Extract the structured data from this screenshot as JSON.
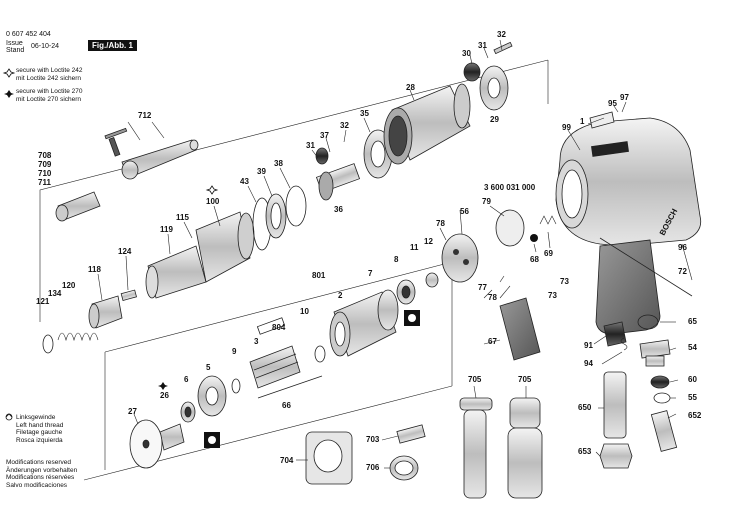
{
  "doc_number": "0 607 452 404",
  "issue_label": "Issue",
  "stand_label": "Stand",
  "issue_date": "06-10-24",
  "figure_label": "Fig./Abb. 1",
  "notes": {
    "loctite_242": [
      "secure with Loctite 242",
      "mit Loctite 242 sichern"
    ],
    "loctite_270": [
      "secure with Loctite 270",
      "mit Loctite 270 sichern"
    ],
    "left_thread": [
      "Linksgewinde",
      "Left hand thread",
      "Filetage gauche",
      "Rosca izquierda"
    ],
    "modifications": [
      "Modifications reserved",
      "Änderungen vorbehalten",
      "Modifications réservées",
      "Salvo modificaciones"
    ]
  },
  "part_labels": {
    "p32a": "32",
    "p31a": "31",
    "p30": "30",
    "p29": "29",
    "p28": "28",
    "p35": "35",
    "p32b": "32",
    "p37": "37",
    "p31b": "31",
    "p36": "36",
    "p38": "38",
    "p39": "39",
    "p43": "43",
    "p100": "100",
    "p115": "115",
    "p119": "119",
    "p124": "124",
    "p118": "118",
    "p120": "120",
    "p134": "134",
    "p121": "121",
    "p712": "712",
    "p708": "708",
    "p709": "709",
    "p710": "710",
    "p711": "711",
    "p1": "1",
    "p99": "99",
    "p95": "95",
    "p97": "97",
    "p3600": "3 600 031 000",
    "p56": "56",
    "p79": "79",
    "p78a": "78",
    "p68": "68",
    "p69": "69",
    "p96": "96",
    "p72": "72",
    "p77": "77",
    "p78b": "78",
    "p73a": "73",
    "p73b": "73",
    "p67": "67",
    "p65": "65",
    "p91": "91",
    "p54": "54",
    "p94": "94",
    "p60": "60",
    "p55": "55",
    "p650": "650",
    "p652": "652",
    "p653": "653",
    "p801": "801",
    "p12": "12",
    "p11": "11",
    "p7": "7",
    "p8": "8",
    "p10": "10",
    "p2": "2",
    "p804": "804",
    "p3": "3",
    "p9": "9",
    "p5": "5",
    "p6": "6",
    "p26": "26",
    "p27": "27",
    "p66": "66",
    "p705a": "705",
    "p705b": "705",
    "p703": "703",
    "p704": "704",
    "p706": "706"
  },
  "brand_text": "BOSCH"
}
